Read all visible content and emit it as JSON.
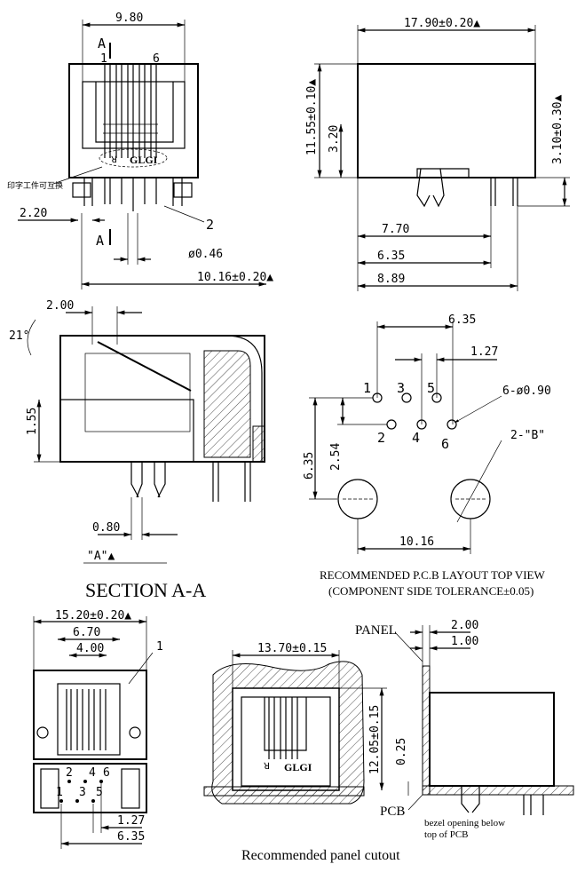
{
  "top_left_view": {
    "dim_width": "9.80",
    "section_a_top": "A",
    "section_a_bottom": "A",
    "pin_1": "1",
    "pin_6": "6",
    "logo_text": "GLGI",
    "callout_2": "2",
    "dim_2_20": "2.20",
    "dim_pin_dia": "ø0.46",
    "dim_overall": "10.16±0.20▲",
    "marking_note": "印字工件可互换"
  },
  "top_right_view": {
    "dim_width": "17.90±0.20▲",
    "dim_height": "11.55±0.10▲",
    "dim_3_20": "3.20",
    "dim_3_10": "3.10±0.30▲",
    "dim_7_70": "7.70",
    "dim_6_35": "6.35",
    "dim_8_89": "8.89"
  },
  "section_view": {
    "dim_2_00": "2.00",
    "angle": "21°",
    "dim_1_55": "1.55",
    "dim_0_80": "0.80",
    "ref_a": "\"A\"▲",
    "title": "SECTION A-A"
  },
  "pcb_layout": {
    "dim_6_35_top": "6.35",
    "dim_1_27": "1.27",
    "hole_spec": "6-ø0.90",
    "pin_labels": [
      "1",
      "3",
      "5",
      "2",
      "4",
      "6"
    ],
    "spec_b": "2-\"B\"",
    "dim_6_35_side": "6.35",
    "dim_2_54": "2.54",
    "dim_10_16": "10.16",
    "caption_1": "RECOMMENDED P.C.B LAYOUT TOP VIEW",
    "caption_2": "(COMPONENT SIDE TOLERANCE±0.05)"
  },
  "front_view": {
    "dim_overall": "15.20±0.20▲",
    "dim_6_70": "6.70",
    "dim_4_00": "4.00",
    "callout_1": "1",
    "pin_labels": [
      "2",
      "4",
      "6",
      "1",
      "3",
      "5"
    ],
    "dim_1_27": "1.27",
    "dim_6_35": "6.35"
  },
  "panel_cutout": {
    "panel_label": "PANEL",
    "dim_2_00": "2.00",
    "dim_1_00": "1.00",
    "dim_width": "13.70±0.15",
    "dim_height": "12.05±0.15",
    "dim_0_25": "0.25",
    "logo_text": "GLGI",
    "pcb_label": "PCB",
    "note_1": "bezel opening below",
    "note_2": "top of PCB",
    "caption": "Recommended panel cutout"
  }
}
